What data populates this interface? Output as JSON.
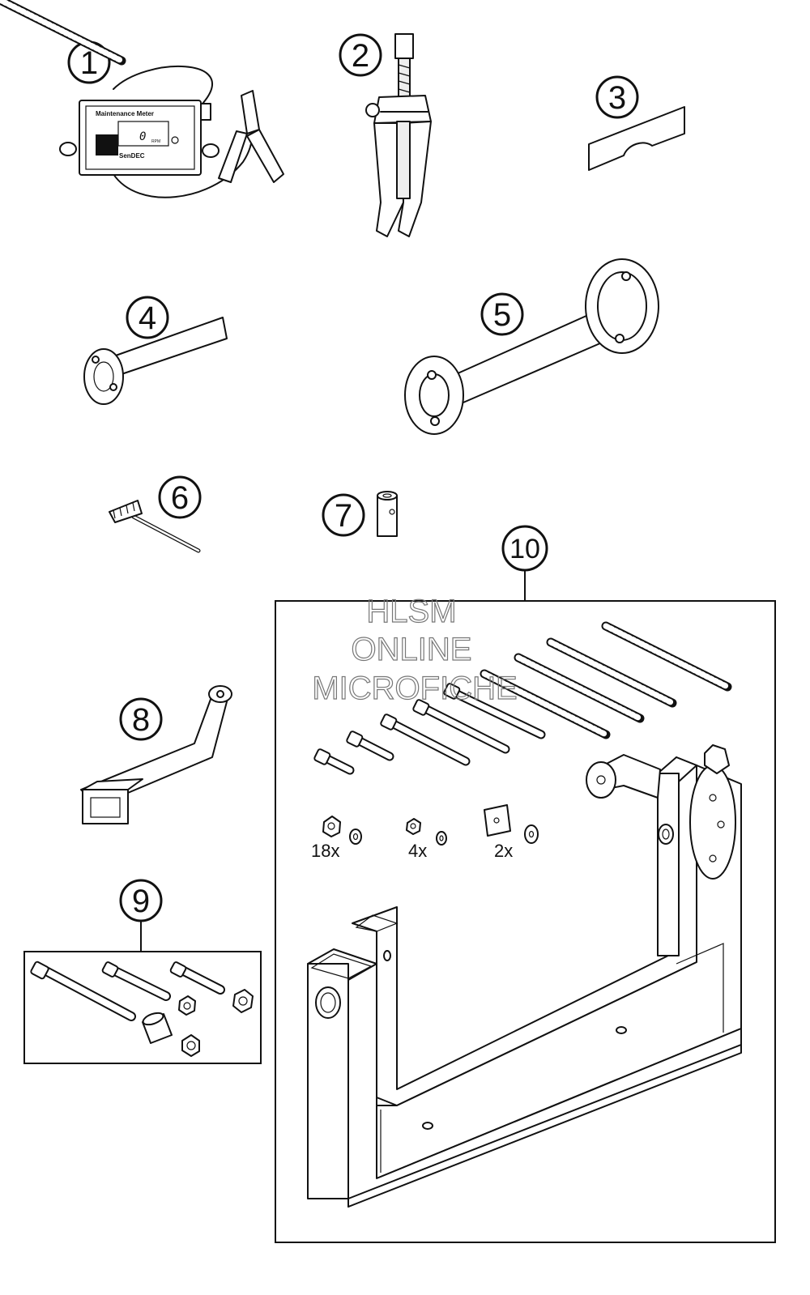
{
  "callouts": [
    "1",
    "2",
    "3",
    "4",
    "5",
    "6",
    "7",
    "8",
    "9",
    "10"
  ],
  "meter": {
    "title": "Maintenance Meter",
    "value": "0",
    "unit": "RPM",
    "brand": "SenDEC"
  },
  "quantities": {
    "nut_large": "18x",
    "nut_small": "4x",
    "plate": "2x"
  },
  "watermark": {
    "line1": "HLSM",
    "line2": "ONLINE",
    "line3": "MICROFICHE"
  },
  "colors": {
    "line": "#111111",
    "background": "#ffffff",
    "watermark": "#777777"
  }
}
